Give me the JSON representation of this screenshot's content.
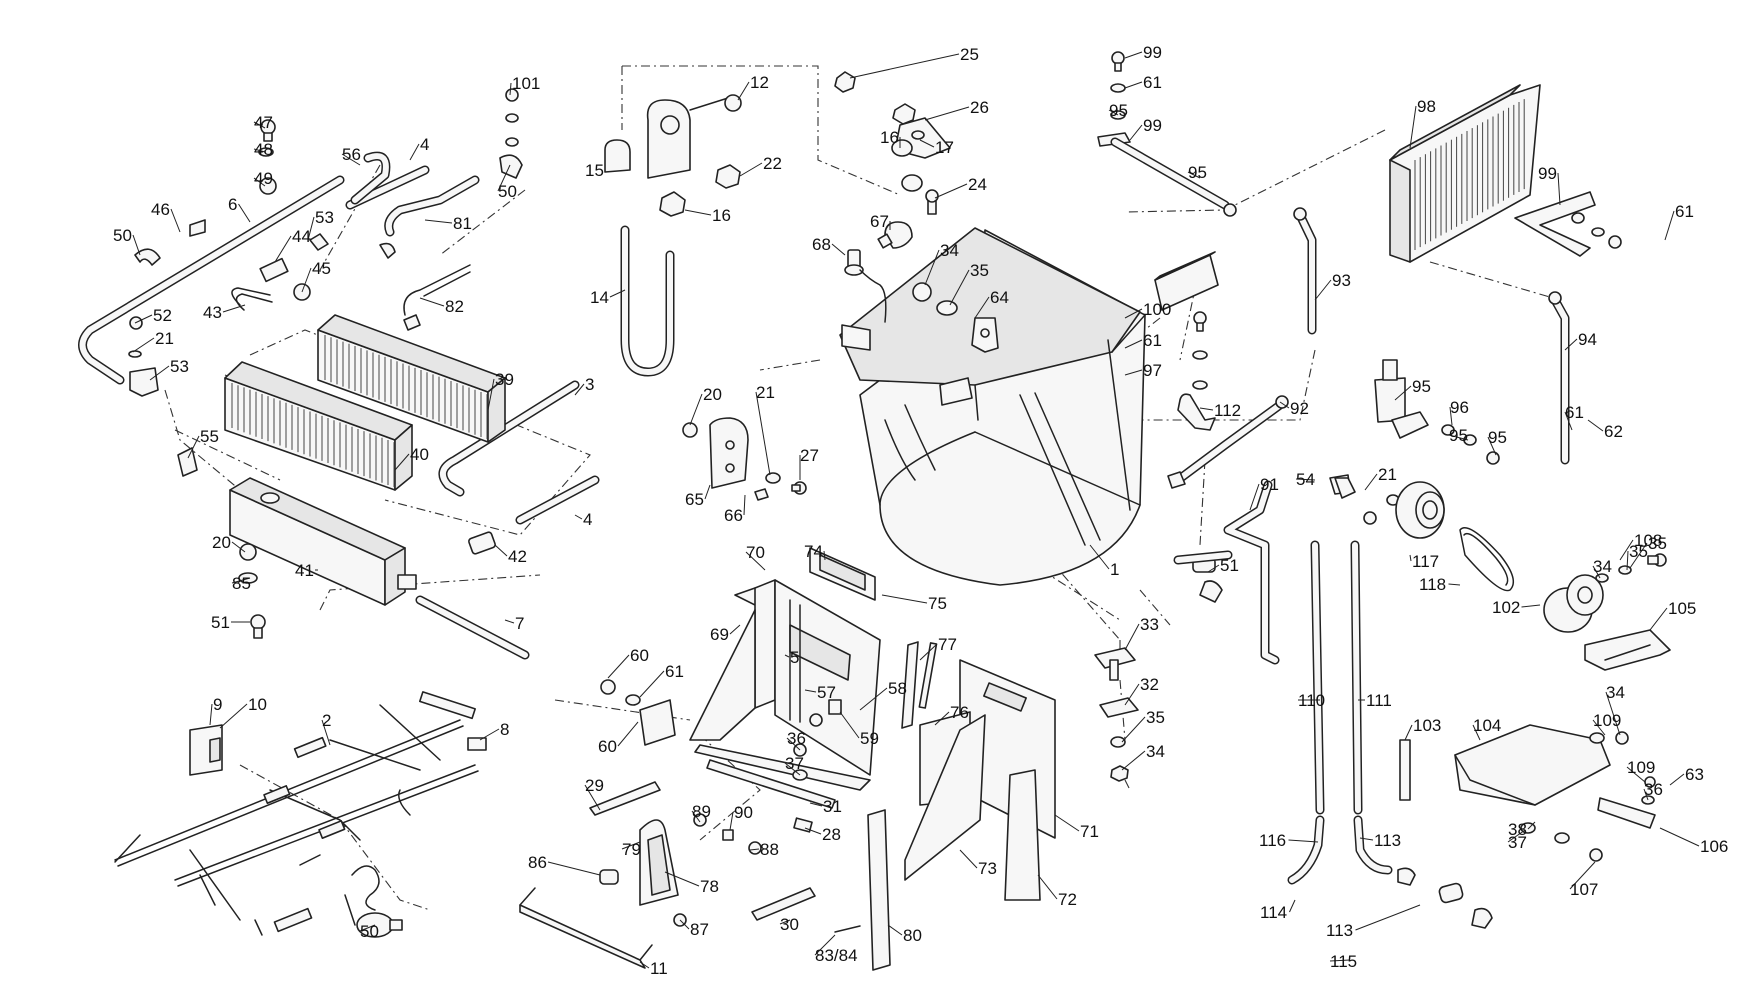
{
  "diagram": {
    "callouts": [
      "1",
      "2",
      "3",
      "4",
      "4",
      "5",
      "6",
      "7",
      "8",
      "9",
      "10",
      "11",
      "12",
      "14",
      "15",
      "16",
      "16",
      "17",
      "20",
      "20",
      "21",
      "21",
      "21",
      "22",
      "24",
      "25",
      "26",
      "27",
      "28",
      "29",
      "30",
      "31",
      "32",
      "33",
      "34",
      "34",
      "34",
      "34",
      "35",
      "35",
      "35",
      "35",
      "36",
      "36",
      "37",
      "37",
      "38",
      "39",
      "40",
      "41",
      "42",
      "43",
      "44",
      "45",
      "46",
      "47",
      "48",
      "49",
      "50",
      "50",
      "50",
      "51",
      "51",
      "52",
      "53",
      "53",
      "54",
      "55",
      "56",
      "57",
      "58",
      "59",
      "60",
      "60",
      "61",
      "61",
      "61",
      "61",
      "61",
      "62",
      "63",
      "64",
      "65",
      "66",
      "67",
      "68",
      "69",
      "70",
      "71",
      "72",
      "73",
      "74",
      "75",
      "76",
      "77",
      "78",
      "79",
      "80",
      "81",
      "82",
      "83/84",
      "85",
      "86",
      "87",
      "88",
      "89",
      "90",
      "91",
      "92",
      "93",
      "94",
      "95",
      "95",
      "95",
      "95",
      "95",
      "96",
      "97",
      "98",
      "99",
      "99",
      "99",
      "100",
      "101",
      "102",
      "103",
      "104",
      "105",
      "106",
      "107",
      "108",
      "109",
      "109",
      "110",
      "111",
      "112",
      "113",
      "113",
      "114",
      "115",
      "116",
      "117",
      "118"
    ]
  }
}
